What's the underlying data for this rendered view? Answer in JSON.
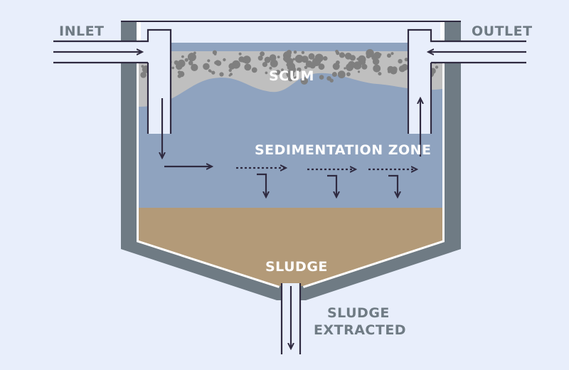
{
  "labels": {
    "inlet": "INLET",
    "outlet": "OUTLET",
    "scum": "SCUM",
    "sedimentation_zone": "SEDIMENTATION ZONE",
    "sludge": "SLUDGE",
    "sludge_extracted_line1": "SLUDGE",
    "sludge_extracted_line2": "EXTRACTED"
  },
  "colors": {
    "background": "#e8eefb",
    "tank_wall": "#6f7b84",
    "water": "#8fa3bf",
    "scum": "#bfbfbf",
    "scum_particles": "#7f7f7f",
    "sludge": "#b39a78",
    "flow_lines": "#2f2a40"
  }
}
